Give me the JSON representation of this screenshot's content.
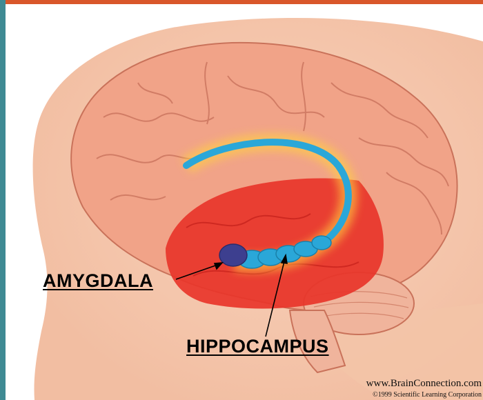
{
  "labels": {
    "amygdala": "AMYGDALA",
    "hippocampus": "HIPPOCAMPUS"
  },
  "credit": {
    "url": "www.BrainConnection.com",
    "copyright": "©1999 Scientific Learning Corporation"
  },
  "colors": {
    "frame_left": "#3f8a93",
    "frame_top": "#d9572a",
    "skin": "#f6c8ad",
    "brain": "#f1a388",
    "temporal_lobe": "#e8352a",
    "hippocampus": "#2aa7d8",
    "amygdala": "#3d3f8f"
  }
}
